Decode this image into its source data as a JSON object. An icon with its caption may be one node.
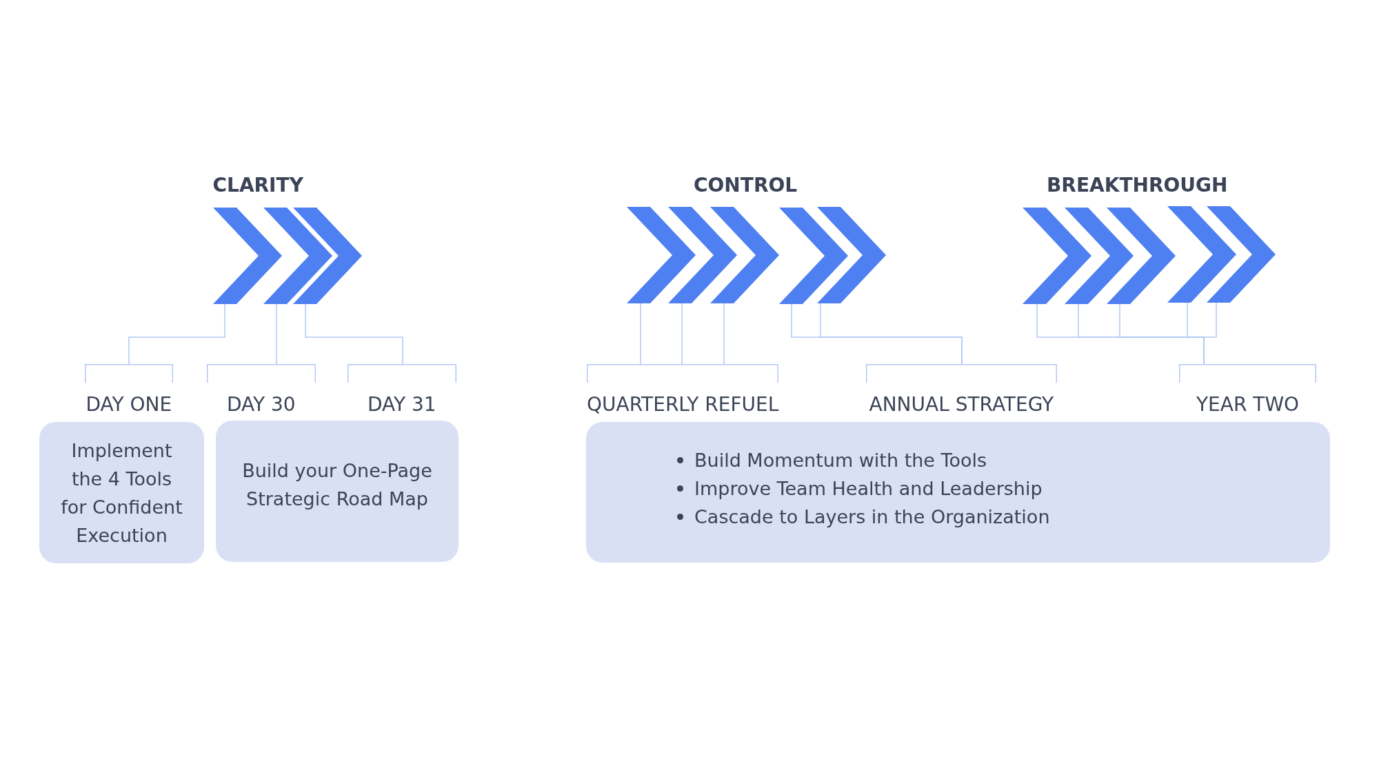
{
  "diagram": {
    "nodes": [
      {
        "text": [],
        "shape": "chevron"
      },
      {
        "text": [],
        "shape": "chevron"
      },
      {
        "text": [],
        "shape": "chevron"
      },
      {
        "text": [],
        "shape": "chevron"
      },
      {
        "text": [],
        "shape": "chevron"
      },
      {
        "text": [],
        "shape": "chevron"
      },
      {
        "text": [],
        "shape": "chevron"
      },
      {
        "text": [],
        "shape": "chevron"
      },
      {
        "text": [],
        "shape": "chevron"
      },
      {
        "text": [],
        "shape": "chevron"
      },
      {
        "text": [],
        "shape": "chevron"
      },
      {
        "text": [],
        "shape": "chevron"
      },
      {
        "text": [],
        "shape": "chevron"
      },
      {
        "text": [
          "DAY ONE"
        ]
      },
      {
        "text": [
          "DAY 30"
        ]
      },
      {
        "text": [
          "DAY 31"
        ]
      },
      {
        "text": [
          "QUARTERLY REFUEL"
        ]
      },
      {
        "text": [
          "ANNUAL STRATEGY"
        ]
      },
      {
        "text": [
          "YEAR TWO"
        ]
      },
      {
        "text": [
          "Implement the 4 Tools for Confident Execution"
        ]
      },
      {
        "text": [
          "Build your One-Page Strategic Road Map"
        ]
      },
      {
        "text": [
          "Build Momentum with the Tools",
          "Improve Team Health and Leadership",
          "Cascade to Layers in the Organization"
        ]
      }
    ],
    "edges": [
      {
        "from": 0,
        "to": 13,
        "arrow": "none"
      },
      {
        "from": 1,
        "to": 14,
        "arrow": "none"
      },
      {
        "from": 2,
        "to": 15,
        "arrow": "none"
      },
      {
        "from": 3,
        "to": 16,
        "arrow": "none"
      },
      {
        "from": 4,
        "to": 16,
        "arrow": "none"
      },
      {
        "from": 5,
        "to": 16,
        "arrow": "none"
      },
      {
        "from": 6,
        "to": 17,
        "arrow": "none"
      },
      {
        "from": 7,
        "to": 17,
        "arrow": "none"
      },
      {
        "from": 8,
        "to": 18,
        "arrow": "none"
      },
      {
        "from": 9,
        "to": 18,
        "arrow": "none"
      },
      {
        "from": 10,
        "to": 18,
        "arrow": "none"
      },
      {
        "from": 11,
        "to": 18,
        "arrow": "none"
      },
      {
        "from": 12,
        "to": 18,
        "arrow": "none"
      }
    ],
    "labels": [
      "CLARITY",
      "CONTROL",
      "BREAKTHROUGH"
    ]
  }
}
